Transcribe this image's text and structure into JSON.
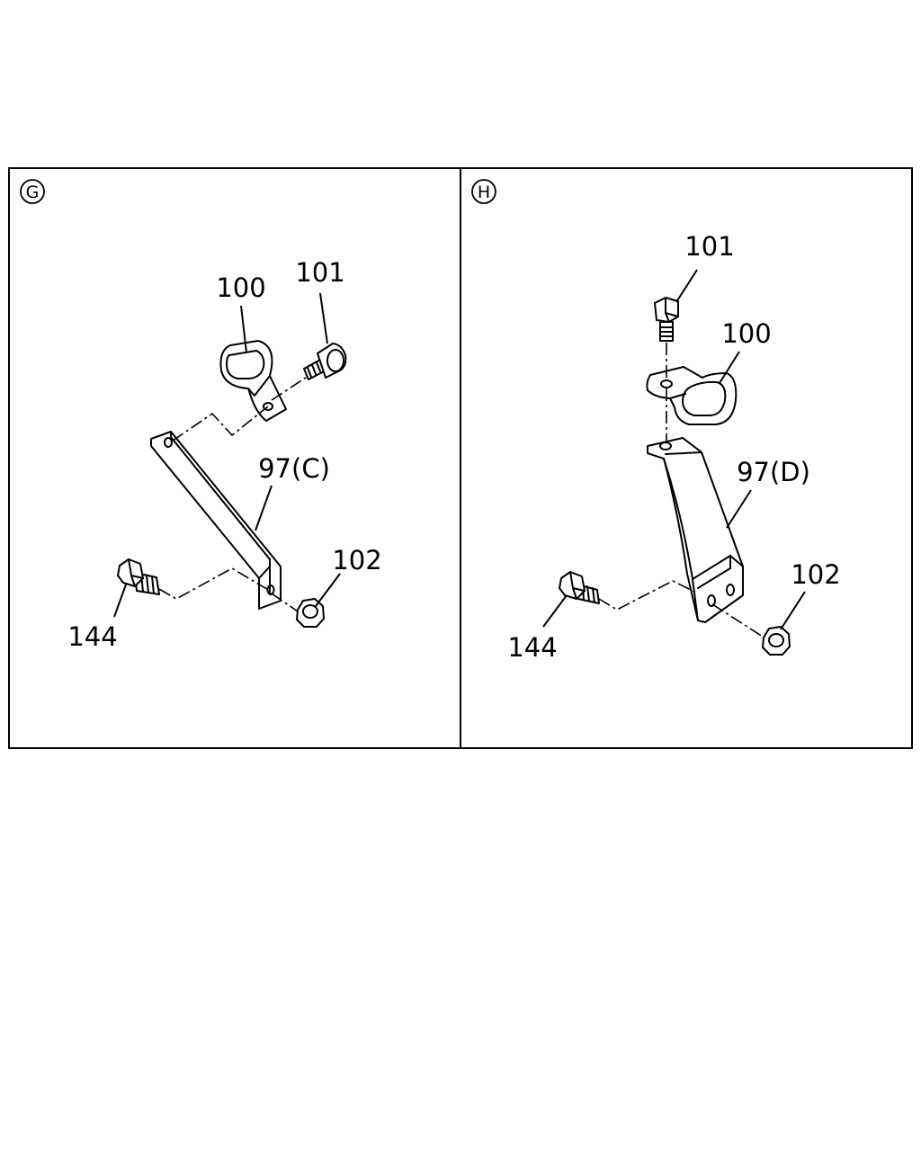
{
  "panels": [
    {
      "id": "G",
      "labels": {
        "clip": "100",
        "bolt_top": "101",
        "bracket": "97(C)",
        "nut": "102",
        "bolt_side": "144"
      }
    },
    {
      "id": "H",
      "labels": {
        "clip": "100",
        "bolt_top": "101",
        "bracket": "97(D)",
        "nut": "102",
        "bolt_side": "144"
      }
    }
  ]
}
